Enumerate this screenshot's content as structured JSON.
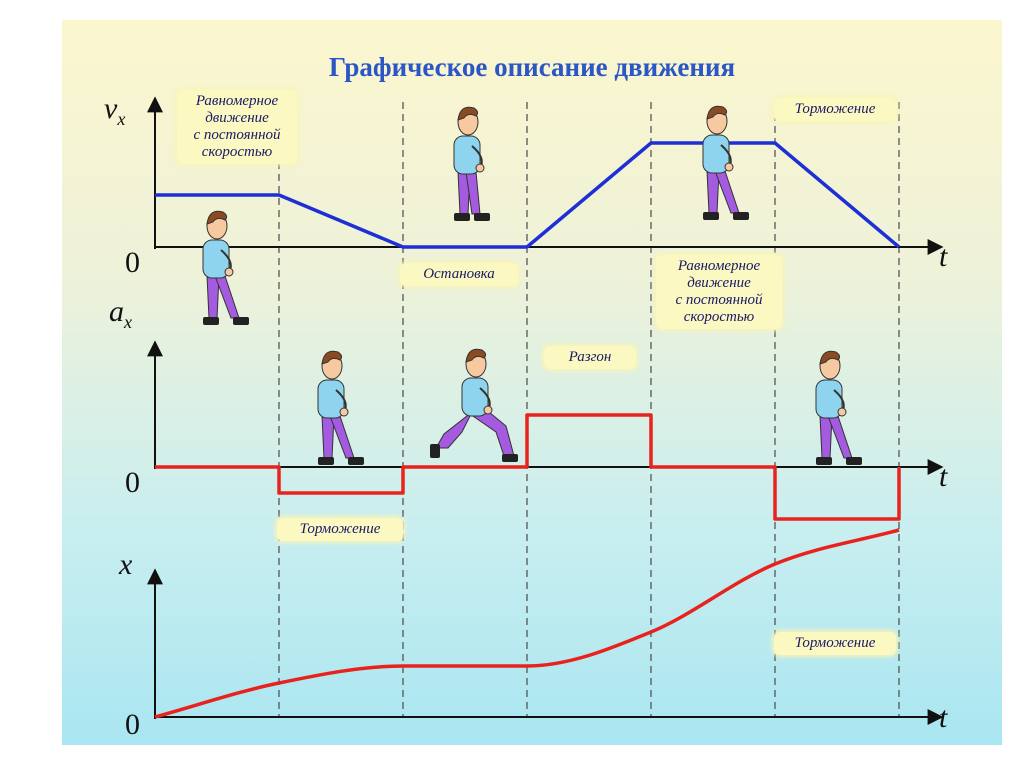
{
  "title": "Графическое описание движения",
  "colors": {
    "velocity": "#1f2fd6",
    "acceleration": "#e8221c",
    "position": "#e8221c",
    "title": "#2a56c6",
    "note_bg": "#fbf8c2"
  },
  "axes": {
    "v": {
      "label": "v",
      "sub": "x",
      "zero": "0",
      "t": "t"
    },
    "a": {
      "label": "a",
      "sub": "x",
      "zero": "0",
      "t": "t"
    },
    "x": {
      "label": "x",
      "zero": "0",
      "t": "t"
    }
  },
  "notes": {
    "uniform_1": "Равномерное\nдвижение\nс постоянной\nскоростью",
    "stop": "Остановка",
    "uniform_2": "Равномерное\nдвижение\nс постоянной\nскоростью",
    "braking_top": "Торможение",
    "accel": "Разгон",
    "braking_mid": "Торможение",
    "braking_bottom": "Торможение"
  },
  "figures": [
    "walking-person-icon",
    "standing-person-icon",
    "running-person-icon"
  ],
  "chart_data": [
    {
      "type": "line",
      "title": "",
      "ylabel": "vx",
      "xlabel": "t",
      "x": [
        0,
        1,
        2,
        3,
        4,
        5,
        6
      ],
      "series": [
        {
          "values": [
            1,
            1,
            0,
            0,
            2,
            2,
            0
          ]
        }
      ]
    },
    {
      "type": "line",
      "title": "",
      "ylabel": "ax",
      "xlabel": "t",
      "x": [
        0,
        1,
        1,
        2,
        2,
        3,
        3,
        4,
        4,
        5,
        5,
        6,
        6
      ],
      "series": [
        {
          "values": [
            0,
            0,
            -1,
            -1,
            0,
            0,
            2,
            2,
            0,
            0,
            -2,
            -2,
            0
          ]
        }
      ]
    },
    {
      "type": "line",
      "title": "",
      "ylabel": "x",
      "xlabel": "t",
      "x": [
        0,
        1,
        2,
        3,
        4,
        5,
        6
      ],
      "series": [
        {
          "values": [
            0,
            1,
            1.5,
            1.5,
            2.5,
            4.5,
            5.5
          ]
        }
      ]
    }
  ]
}
